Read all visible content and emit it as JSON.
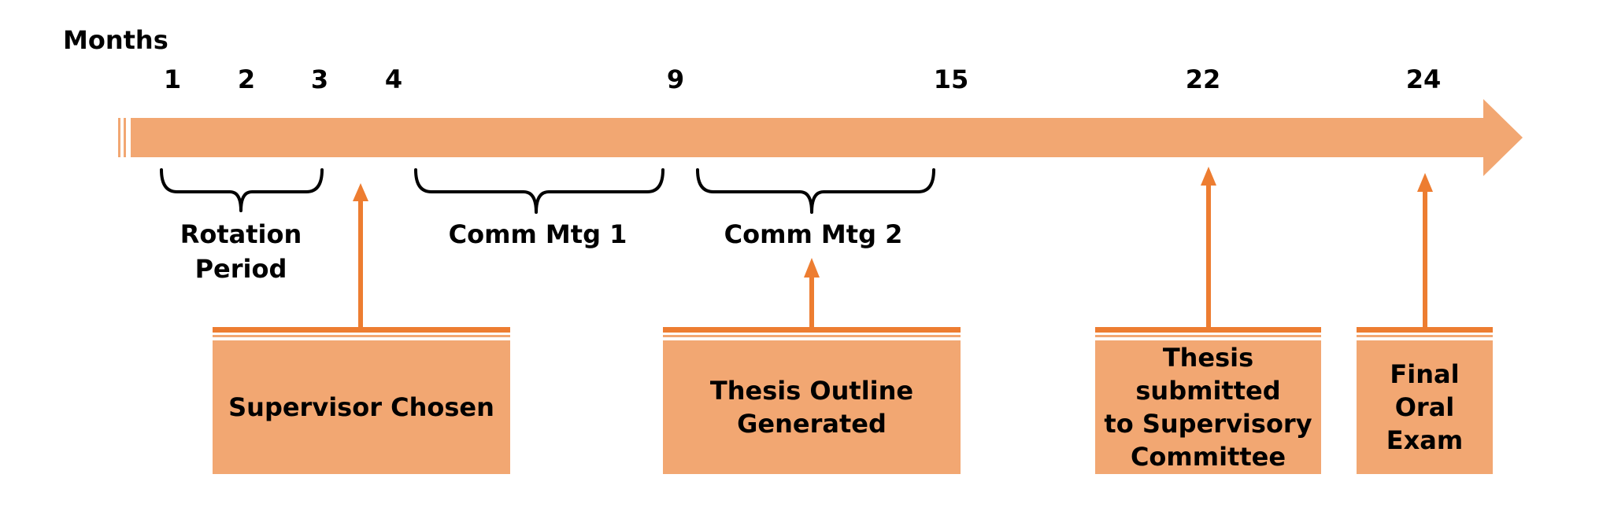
{
  "axis": {
    "label": "Months",
    "ticks": [
      "1",
      "2",
      "3",
      "4",
      "9",
      "15",
      "22",
      "24"
    ]
  },
  "periods": [
    {
      "label_lines": [
        "Rotation",
        "Period"
      ]
    },
    {
      "label_lines": [
        "Comm Mtg 1"
      ]
    },
    {
      "label_lines": [
        "Comm Mtg 2"
      ]
    }
  ],
  "milestones": [
    {
      "label_lines": [
        "Supervisor Chosen"
      ]
    },
    {
      "label_lines": [
        "Thesis Outline",
        "Generated"
      ]
    },
    {
      "label_lines": [
        "Thesis submitted",
        "to Supervisory",
        "Committee"
      ]
    },
    {
      "label_lines": [
        "Final Oral",
        "Exam"
      ]
    }
  ],
  "colors": {
    "timeline_fill": "#F2A772",
    "arrow_stroke": "#ED7D31",
    "bracket": "#000000"
  }
}
